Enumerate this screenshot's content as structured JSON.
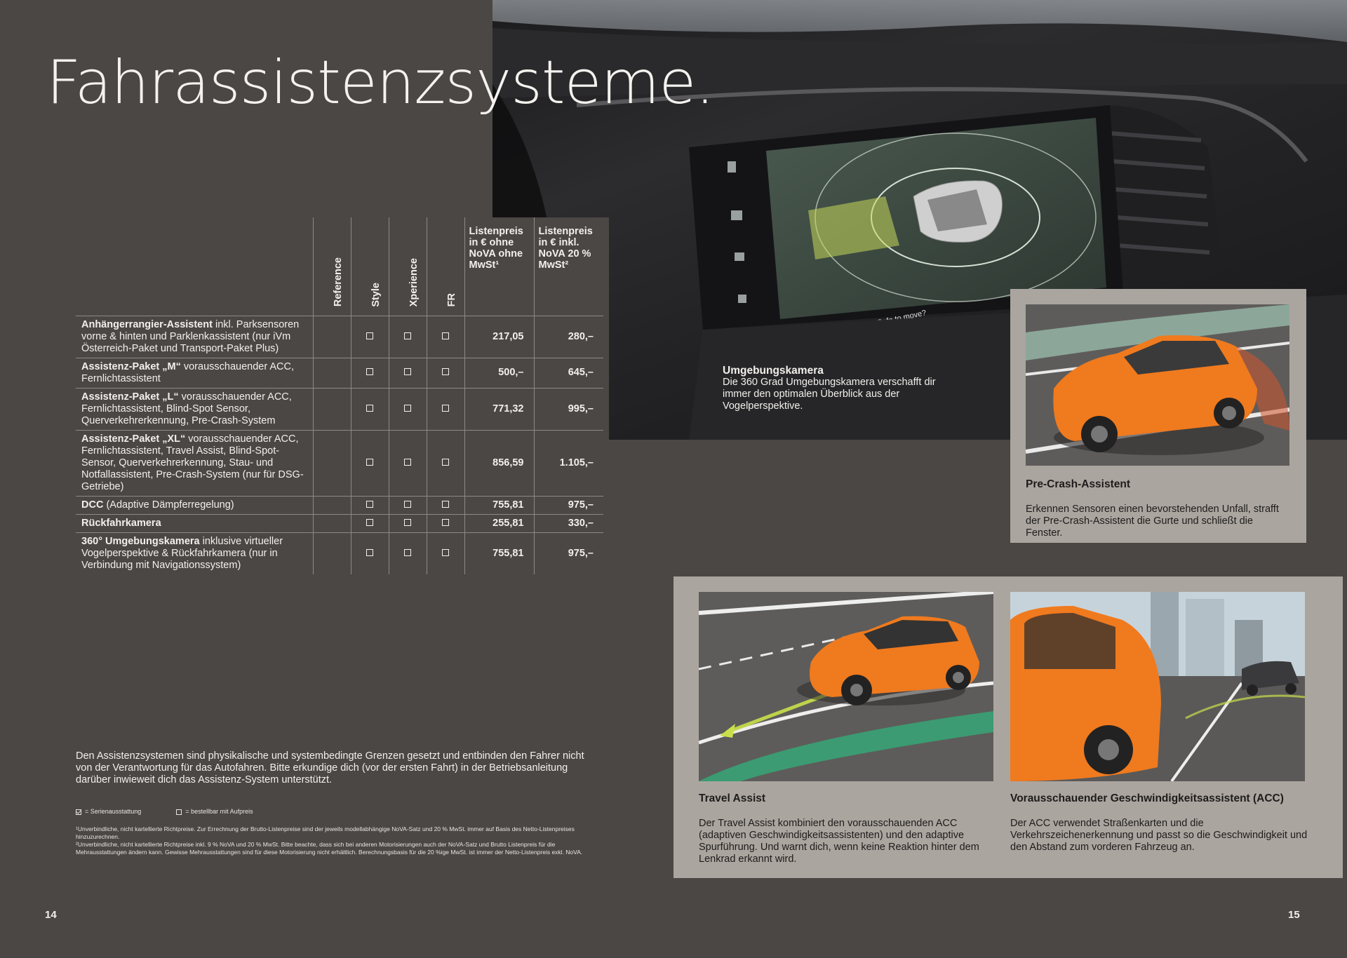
{
  "title": "Fahrassistenzsysteme.",
  "table": {
    "variant_headers": [
      "Reference",
      "Style",
      "Xperience",
      "FR"
    ],
    "price_headers": [
      "Listenpreis in € ohne NoVA ohne MwSt¹",
      "Listenpreis in € inkl. NoVA 20 % MwSt²"
    ],
    "rows": [
      {
        "bold": "Anhängerrangier-Assistent",
        "rest": " inkl. Parksensoren vorne & hinten und Parklenkassistent (nur iVm Österreich-Paket und Transport-Paket Plus)",
        "variants": [
          "",
          "☐",
          "☐",
          "☐"
        ],
        "net": "217,05",
        "gross": "280,–"
      },
      {
        "bold": "Assistenz-Paket „M“",
        "rest": " vorausschauender ACC, Fernlichtassistent",
        "variants": [
          "",
          "☐",
          "☐",
          "☐"
        ],
        "net": "500,–",
        "gross": "645,–"
      },
      {
        "bold": "Assistenz-Paket „L“",
        "rest": " vorausschauender ACC, Fernlichtassistent, Blind-Spot Sensor, Querverkehrerkennung, Pre-Crash-System",
        "variants": [
          "",
          "☐",
          "☐",
          "☐"
        ],
        "net": "771,32",
        "gross": "995,–"
      },
      {
        "bold": "Assistenz-Paket „XL“",
        "rest": " vorausschauender ACC, Fernlichtassistent, Travel Assist, Blind-Spot-Sensor, Querverkehrerkennung, Stau- und Notfallassistent, Pre-Crash-System (nur für DSG-Getriebe)",
        "variants": [
          "",
          "☐",
          "☐",
          "☐"
        ],
        "net": "856,59",
        "gross": "1.105,–"
      },
      {
        "bold": "DCC",
        "rest": " (Adaptive Dämpferregelung)",
        "variants": [
          "",
          "☐",
          "☐",
          "☐"
        ],
        "net": "755,81",
        "gross": "975,–"
      },
      {
        "bold": "Rückfahrkamera",
        "rest": "",
        "variants": [
          "",
          "☐",
          "☐",
          "☐"
        ],
        "net": "255,81",
        "gross": "330,–"
      },
      {
        "bold": "360° Umgebungskamera",
        "rest": " inklusive virtueller Vogelperspektive & Rückfahrkamera (nur in Verbindung mit Navigationssystem)",
        "variants": [
          "",
          "☐",
          "☐",
          "☐"
        ],
        "net": "755,81",
        "gross": "975,–"
      }
    ]
  },
  "disclaimer": "Den Assistenzsystemen sind physikalische und systembedingte Grenzen gesetzt und entbinden den Fahrer nicht von der Verantwortung für das Autofahren. Bitte erkundige dich (vor der ersten Fahrt) in der Betriebsanleitung darüber inwieweit dich das Assistenz-System unterstützt.",
  "legend": {
    "serie": "= Serienausstattung",
    "option": "= bestellbar mit Aufpreis"
  },
  "footnotes": [
    "¹Unverbindliche, nicht kartellierte Richtpreise. Zur Errechnung der Brutto-Listenpreise sind der jeweils modellabhängige NoVA-Satz und 20 % MwSt. immer auf Basis des Netto-Listenpreises hinzuzurechnen.",
    "²Unverbindliche, nicht kartellierte Richtpreise inkl. 9 % NoVA und 20 % MwSt. Bitte beachte, dass sich bei anderen Motorisierungen auch der NoVA-Satz und Brutto Listenpreis für die Mehrausstattungen ändern kann. Gewisse Mehrausstattungen sind für diese Motorisierung nicht erhältlich. Berechnungsbasis für die 20 %ige MwSt. ist immer der Netto-Listenpreis exkl. NoVA."
  ],
  "pages": {
    "left": "14",
    "right": "15"
  },
  "screen_warning": "Look! Safe to move?",
  "umgebungskamera": {
    "title": "Umgebungskamera",
    "text": "Die 360 Grad Umgebungskamera verschafft dir immer den optimalen Überblick aus der Vogelperspektive."
  },
  "precrash": {
    "title": "Pre-Crash-Assistent",
    "text": "Erkennen Sensoren einen bevorstehenden Unfall, strafft der Pre-Crash-Assistent die Gurte und schließt die Fenster."
  },
  "travel_assist": {
    "title": "Travel Assist",
    "text": "Der Travel Assist kombiniert den vorausschauenden ACC (adaptiven Geschwindigkeitsassistenten) und den adaptive Spurführung. Und warnt dich, wenn keine Reaktion hinter dem Lenkrad erkannt wird."
  },
  "acc": {
    "title": "Vorausschauender Geschwindigkeitsassistent (ACC)",
    "text": "Der ACC verwendet Straßenkarten und die Verkehrszeichenerkennung und passt so die Geschwindigkeit und den Abstand zum vorderen Fahrzeug an."
  },
  "colors": {
    "background": "#4b4744",
    "card": "#aba59f",
    "car_orange": "#f07a1e",
    "lane_green": "#c9e04a"
  }
}
